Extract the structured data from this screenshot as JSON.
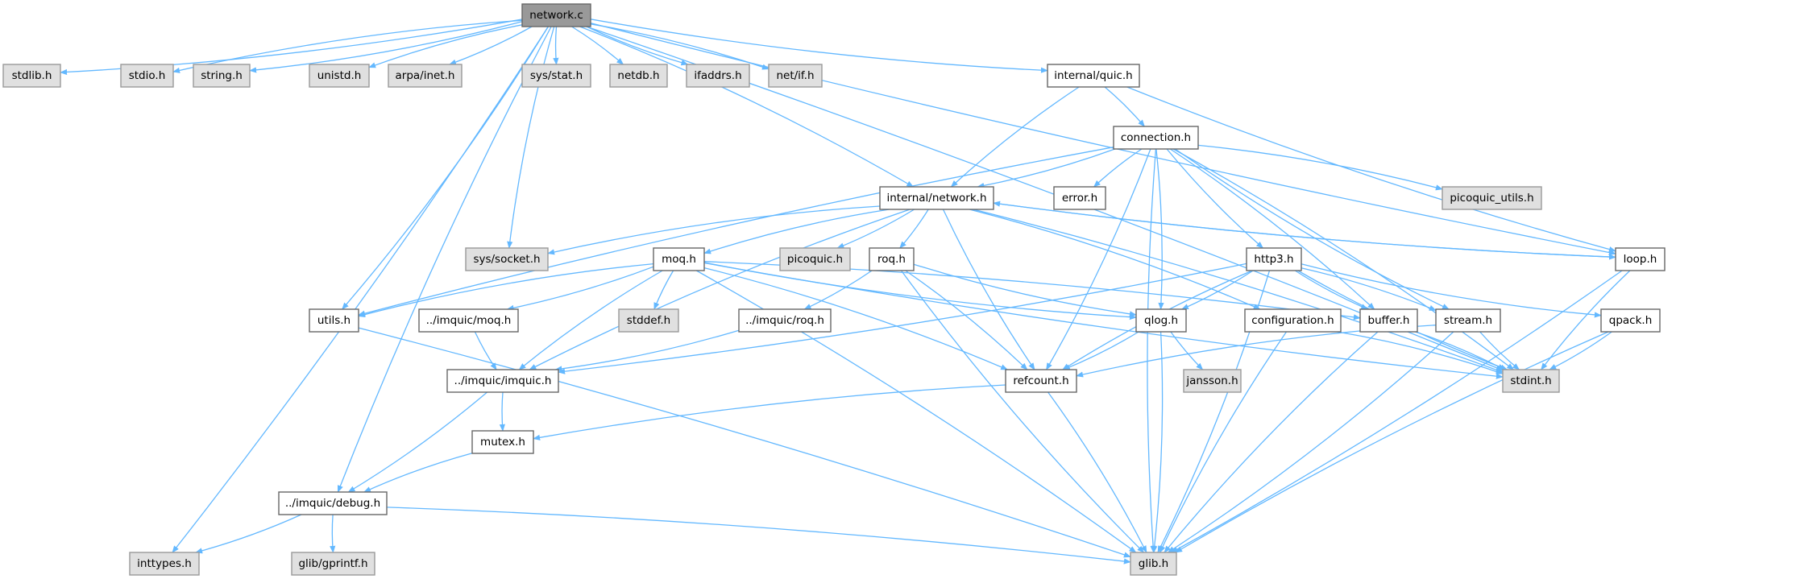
{
  "title": "network.c",
  "colors": {
    "edge": "#63b8ff",
    "root_fill": "#999999",
    "root_border": "#666666",
    "internal_fill": "#ffffff",
    "internal_border": "#666666",
    "external_fill": "#e0e0e0",
    "external_border": "#999999"
  },
  "nodes": [
    {
      "label": "network.c",
      "kind": "root"
    },
    {
      "label": "stdlib.h",
      "kind": "external"
    },
    {
      "label": "stdio.h",
      "kind": "external"
    },
    {
      "label": "string.h",
      "kind": "external"
    },
    {
      "label": "unistd.h",
      "kind": "external"
    },
    {
      "label": "arpa/inet.h",
      "kind": "external"
    },
    {
      "label": "sys/stat.h",
      "kind": "external"
    },
    {
      "label": "netdb.h",
      "kind": "external"
    },
    {
      "label": "ifaddrs.h",
      "kind": "external"
    },
    {
      "label": "net/if.h",
      "kind": "external"
    },
    {
      "label": "internal/quic.h",
      "kind": "internal"
    },
    {
      "label": "connection.h",
      "kind": "internal"
    },
    {
      "label": "internal/network.h",
      "kind": "internal"
    },
    {
      "label": "error.h",
      "kind": "internal"
    },
    {
      "label": "picoquic_utils.h",
      "kind": "external"
    },
    {
      "label": "sys/socket.h",
      "kind": "external"
    },
    {
      "label": "moq.h",
      "kind": "internal"
    },
    {
      "label": "picoquic.h",
      "kind": "external"
    },
    {
      "label": "roq.h",
      "kind": "internal"
    },
    {
      "label": "http3.h",
      "kind": "internal"
    },
    {
      "label": "loop.h",
      "kind": "internal"
    },
    {
      "label": "utils.h",
      "kind": "internal"
    },
    {
      "label": "../imquic/moq.h",
      "kind": "internal"
    },
    {
      "label": "stddef.h",
      "kind": "external"
    },
    {
      "label": "../imquic/roq.h",
      "kind": "internal"
    },
    {
      "label": "qlog.h",
      "kind": "internal"
    },
    {
      "label": "configuration.h",
      "kind": "internal"
    },
    {
      "label": "buffer.h",
      "kind": "internal"
    },
    {
      "label": "stream.h",
      "kind": "internal"
    },
    {
      "label": "qpack.h",
      "kind": "internal"
    },
    {
      "label": "../imquic/imquic.h",
      "kind": "internal"
    },
    {
      "label": "refcount.h",
      "kind": "internal"
    },
    {
      "label": "jansson.h",
      "kind": "external"
    },
    {
      "label": "stdint.h",
      "kind": "external"
    },
    {
      "label": "mutex.h",
      "kind": "internal"
    },
    {
      "label": "../imquic/debug.h",
      "kind": "internal"
    },
    {
      "label": "inttypes.h",
      "kind": "external"
    },
    {
      "label": "glib/gprintf.h",
      "kind": "external"
    },
    {
      "label": "glib.h",
      "kind": "external"
    }
  ],
  "edges": [
    [
      "network.c",
      "stdlib.h"
    ],
    [
      "network.c",
      "stdio.h"
    ],
    [
      "network.c",
      "string.h"
    ],
    [
      "network.c",
      "unistd.h"
    ],
    [
      "network.c",
      "arpa/inet.h"
    ],
    [
      "network.c",
      "sys/stat.h"
    ],
    [
      "network.c",
      "netdb.h"
    ],
    [
      "network.c",
      "ifaddrs.h"
    ],
    [
      "network.c",
      "net/if.h"
    ],
    [
      "network.c",
      "internal/quic.h"
    ],
    [
      "network.c",
      "internal/network.h"
    ],
    [
      "network.c",
      "loop.h"
    ],
    [
      "network.c",
      "utils.h"
    ],
    [
      "network.c",
      "../imquic/debug.h"
    ],
    [
      "network.c",
      "inttypes.h"
    ],
    [
      "network.c",
      "sys/socket.h"
    ],
    [
      "network.c",
      "stdint.h"
    ],
    [
      "internal/quic.h",
      "internal/network.h"
    ],
    [
      "internal/quic.h",
      "connection.h"
    ],
    [
      "internal/quic.h",
      "loop.h"
    ],
    [
      "connection.h",
      "internal/network.h"
    ],
    [
      "connection.h",
      "error.h"
    ],
    [
      "connection.h",
      "picoquic_utils.h"
    ],
    [
      "connection.h",
      "utils.h"
    ],
    [
      "connection.h",
      "refcount.h"
    ],
    [
      "connection.h",
      "glib.h"
    ],
    [
      "connection.h",
      "qlog.h"
    ],
    [
      "connection.h",
      "http3.h"
    ],
    [
      "connection.h",
      "buffer.h"
    ],
    [
      "connection.h",
      "stream.h"
    ],
    [
      "connection.h",
      "stdint.h"
    ],
    [
      "internal/network.h",
      "sys/socket.h"
    ],
    [
      "internal/network.h",
      "picoquic.h"
    ],
    [
      "internal/network.h",
      "moq.h"
    ],
    [
      "internal/network.h",
      "roq.h"
    ],
    [
      "internal/network.h",
      "refcount.h"
    ],
    [
      "internal/network.h",
      "configuration.h"
    ],
    [
      "internal/network.h",
      "loop.h"
    ],
    [
      "internal/network.h",
      "stdint.h"
    ],
    [
      "internal/network.h",
      "../imquic/imquic.h"
    ],
    [
      "loop.h",
      "internal/network.h"
    ],
    [
      "loop.h",
      "stdint.h"
    ],
    [
      "loop.h",
      "glib.h"
    ],
    [
      "moq.h",
      "utils.h"
    ],
    [
      "moq.h",
      "../imquic/moq.h"
    ],
    [
      "moq.h",
      "../imquic/imquic.h"
    ],
    [
      "moq.h",
      "glib.h"
    ],
    [
      "moq.h",
      "stddef.h"
    ],
    [
      "moq.h",
      "refcount.h"
    ],
    [
      "moq.h",
      "qlog.h"
    ],
    [
      "moq.h",
      "buffer.h"
    ],
    [
      "moq.h",
      "stdint.h"
    ],
    [
      "roq.h",
      "../imquic/roq.h"
    ],
    [
      "roq.h",
      "glib.h"
    ],
    [
      "roq.h",
      "refcount.h"
    ],
    [
      "roq.h",
      "qlog.h"
    ],
    [
      "http3.h",
      "../imquic/imquic.h"
    ],
    [
      "http3.h",
      "refcount.h"
    ],
    [
      "http3.h",
      "qlog.h"
    ],
    [
      "http3.h",
      "buffer.h"
    ],
    [
      "http3.h",
      "stream.h"
    ],
    [
      "http3.h",
      "qpack.h"
    ],
    [
      "http3.h",
      "glib.h"
    ],
    [
      "http3.h",
      "stdint.h"
    ],
    [
      "qlog.h",
      "refcount.h"
    ],
    [
      "qlog.h",
      "jansson.h"
    ],
    [
      "qlog.h",
      "glib.h"
    ],
    [
      "configuration.h",
      "glib.h"
    ],
    [
      "configuration.h",
      "stdint.h"
    ],
    [
      "buffer.h",
      "glib.h"
    ],
    [
      "buffer.h",
      "stdint.h"
    ],
    [
      "stream.h",
      "refcount.h"
    ],
    [
      "stream.h",
      "glib.h"
    ],
    [
      "stream.h",
      "stdint.h"
    ],
    [
      "qpack.h",
      "stdint.h"
    ],
    [
      "qpack.h",
      "glib.h"
    ],
    [
      "utils.h",
      "glib.h"
    ],
    [
      "../imquic/moq.h",
      "../imquic/imquic.h"
    ],
    [
      "../imquic/roq.h",
      "../imquic/imquic.h"
    ],
    [
      "../imquic/imquic.h",
      "mutex.h"
    ],
    [
      "../imquic/imquic.h",
      "../imquic/debug.h"
    ],
    [
      "refcount.h",
      "mutex.h"
    ],
    [
      "refcount.h",
      "glib.h"
    ],
    [
      "mutex.h",
      "../imquic/debug.h"
    ],
    [
      "../imquic/debug.h",
      "inttypes.h"
    ],
    [
      "../imquic/debug.h",
      "glib/gprintf.h"
    ],
    [
      "../imquic/debug.h",
      "glib.h"
    ]
  ]
}
